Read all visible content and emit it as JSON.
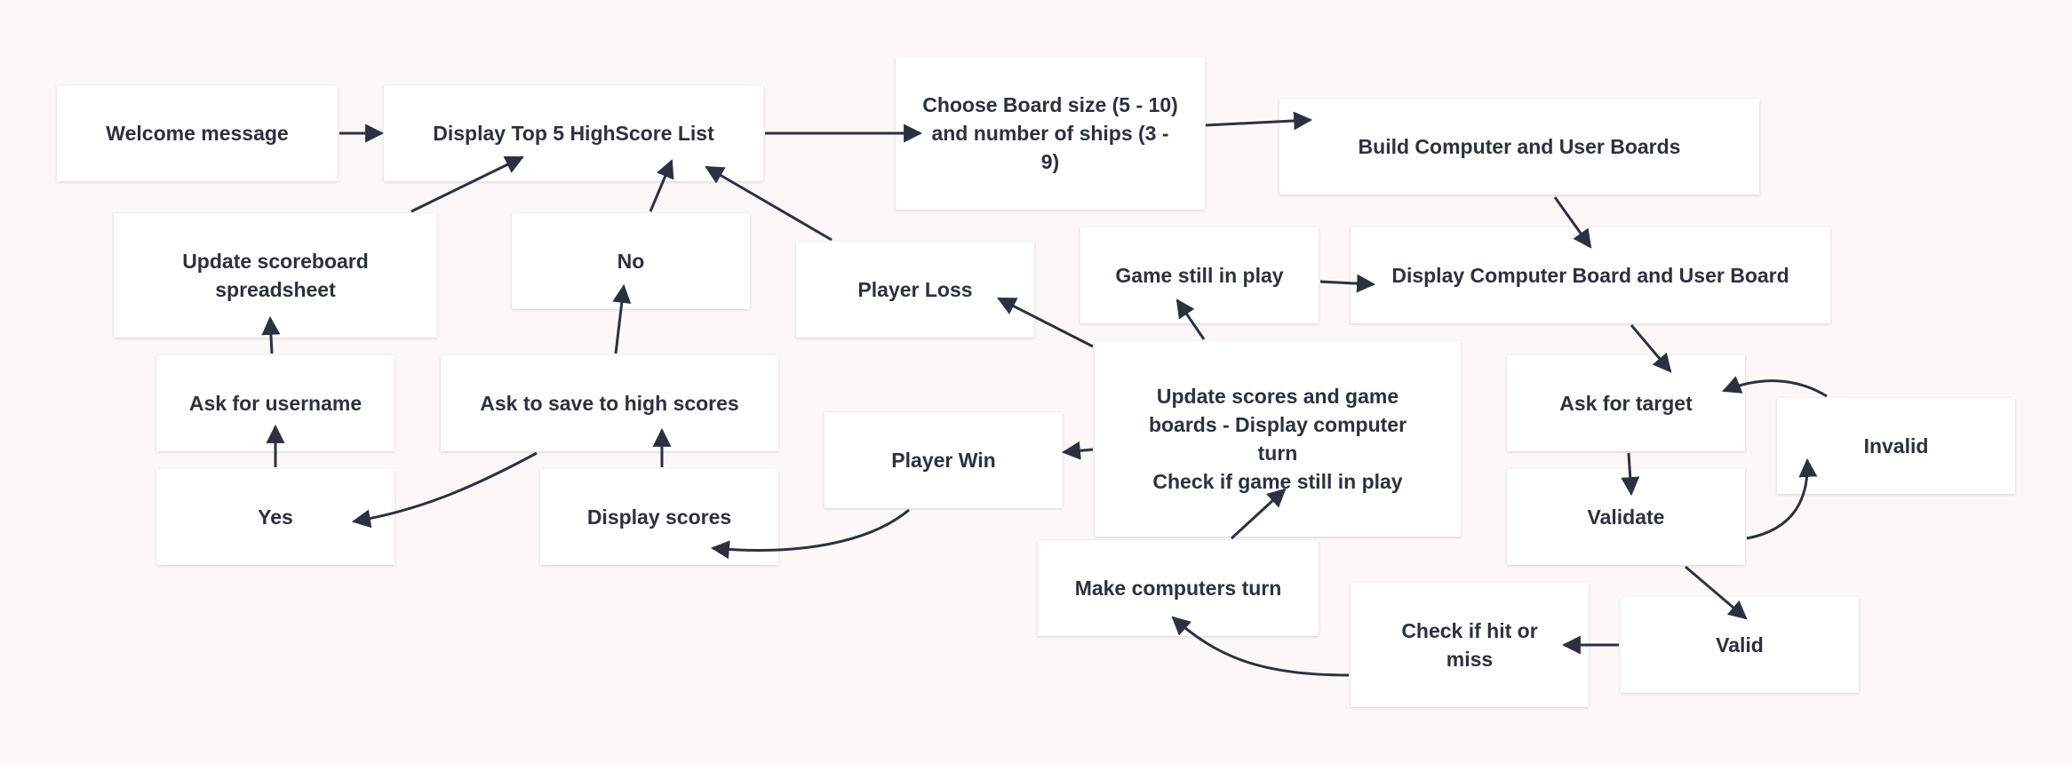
{
  "colors": {
    "background": "#fcf8f7",
    "node_fill": "#ffffff",
    "text": "#2b3140",
    "edge": "#2b3140"
  },
  "nodes": {
    "welcome": "Welcome message",
    "top5": "Display Top 5 HighScore List",
    "choose_board": "Choose Board size (5 - 10) and number of ships (3 - 9)",
    "build_boards": "Build Computer and User Boards",
    "update_scoreboard": "Update scoreboard spreadsheet",
    "no": "No",
    "player_loss": "Player Loss",
    "game_still_in_play": "Game still in play",
    "display_boards": "Display Computer Board and User Board",
    "ask_username": "Ask for username",
    "ask_save": "Ask to save to high scores",
    "update_scores": "Update scores and game boards - Display computer turn",
    "check_in_play": "Check if game still in play",
    "ask_target": "Ask for target",
    "invalid": "Invalid",
    "player_win": "Player Win",
    "yes": "Yes",
    "display_scores": "Display scores",
    "validate": "Validate",
    "make_computer_turn": "Make computers turn",
    "check_hit": "Check if hit or miss",
    "valid": "Valid"
  }
}
